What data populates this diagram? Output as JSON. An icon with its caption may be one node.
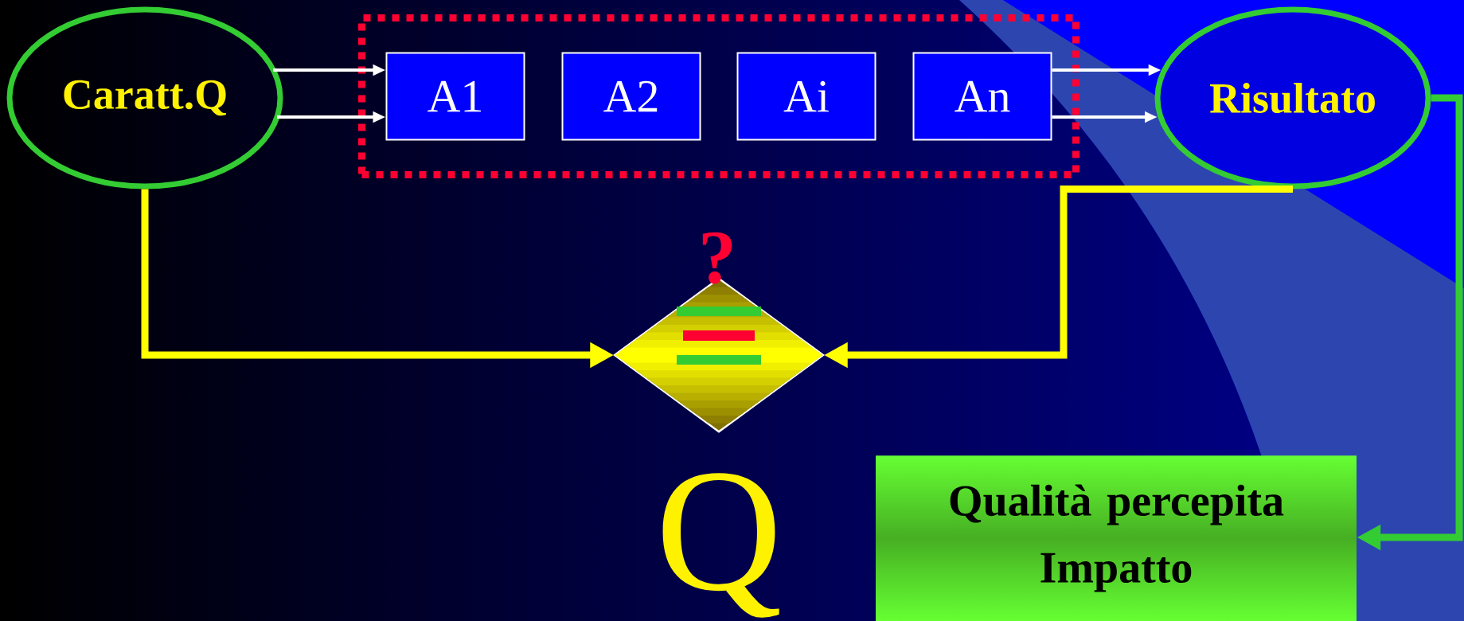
{
  "diagram": {
    "nodes": [
      {
        "text": [
          "Caratt.Q"
        ]
      },
      {
        "text": [],
        "shape": "box"
      },
      {
        "text": [
          "A1"
        ],
        "in": 1
      },
      {
        "text": [
          "A2"
        ],
        "in": 1
      },
      {
        "text": [
          "Ai"
        ],
        "in": 1
      },
      {
        "text": [
          "An"
        ],
        "in": 1
      },
      {
        "text": [
          "Risultato"
        ]
      },
      {
        "text": [],
        "shape": "diamond",
        "beside": [
          "?"
        ]
      },
      {
        "text": [
          "Qualità percepita Impatto"
        ]
      }
    ],
    "edges": [
      {
        "from": 0,
        "to": 2,
        "arrow": "to"
      },
      {
        "from": 0,
        "to": 2,
        "arrow": "to"
      },
      {
        "from": 5,
        "to": 6,
        "arrow": "to"
      },
      {
        "from": 5,
        "to": 6,
        "arrow": "to"
      },
      {
        "from": 0,
        "to": 7,
        "arrow": "to",
        "style": "thick",
        "color": "#ffff00"
      },
      {
        "from": 6,
        "to": 7,
        "arrow": "to",
        "style": "thick",
        "color": "#ffff00"
      },
      {
        "from": 6,
        "to": 8,
        "arrow": "to",
        "style": "thick",
        "color": "#33cc33"
      }
    ],
    "labels": [
      "Q"
    ]
  }
}
